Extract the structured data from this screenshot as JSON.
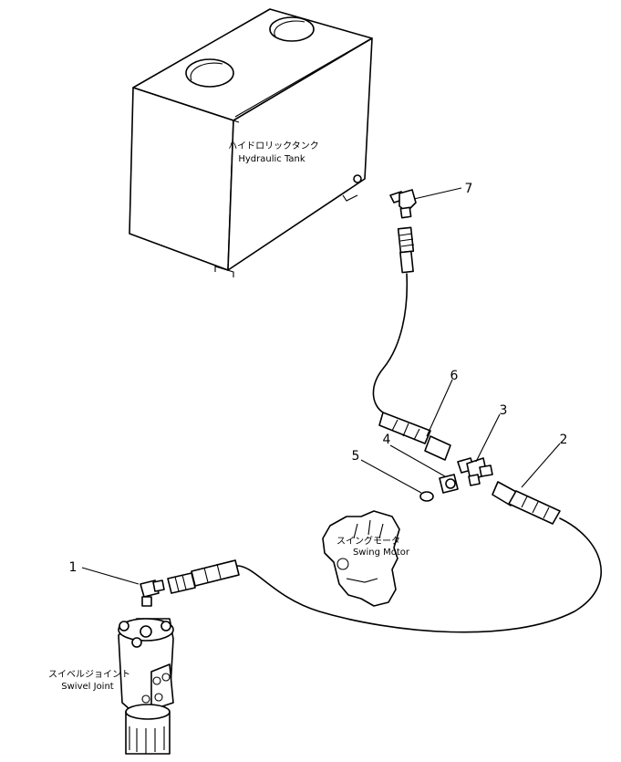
{
  "components": {
    "tank": {
      "jp": "ハイドロリックタンク",
      "en": "Hydraulic Tank"
    },
    "swing_motor": {
      "jp": "スイングモータ",
      "en": "Swing Motor"
    },
    "swivel_joint": {
      "jp": "スイベルジョイント",
      "en": "Swivel Joint"
    }
  },
  "callouts": [
    "1",
    "2",
    "3",
    "4",
    "5",
    "6",
    "7"
  ]
}
